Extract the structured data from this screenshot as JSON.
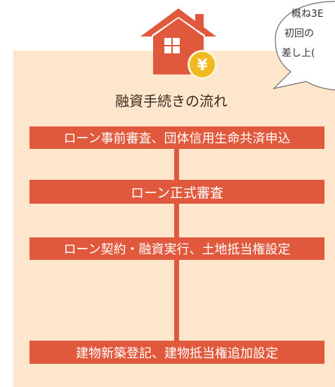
{
  "title": "融資手続きの流れ",
  "steps": [
    "ローン事前審査、団体信用生命共済申込",
    "ローン正式審査",
    "ローン契約・融資実行、土地抵当権設定",
    "建物新築登記、建物抵当権追加設定"
  ],
  "bubble_lines": [
    "概ね3E",
    "初回の",
    "差し上("
  ],
  "yen_symbol": "¥",
  "colors": {
    "accent": "#e0593c",
    "panel": "#fde6cc",
    "coin": "#f2b81f",
    "coin_border": "#fff5d6"
  },
  "icons": [
    "house-icon",
    "yen-coin-icon",
    "speech-bubble"
  ]
}
